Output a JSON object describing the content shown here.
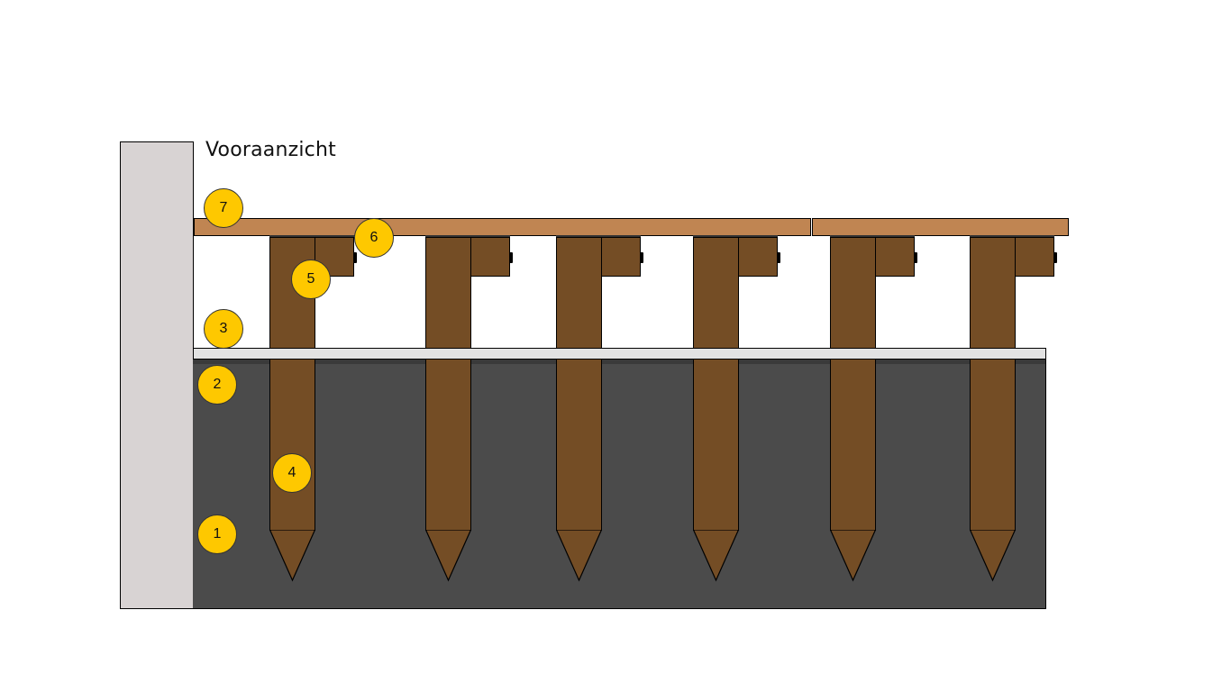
{
  "title": "Vooraanzicht",
  "colors": {
    "wall": "#d8d3d3",
    "soil": "#4b4b4b",
    "plank": "#c08552",
    "post": "#744d25",
    "board": "#e2e2e2",
    "badge": "#fec800"
  },
  "posts": [
    {
      "id": "post-1"
    },
    {
      "id": "post-2"
    },
    {
      "id": "post-3"
    },
    {
      "id": "post-4"
    },
    {
      "id": "post-5"
    },
    {
      "id": "post-6"
    }
  ],
  "badges": [
    {
      "label": "1",
      "part": "soil"
    },
    {
      "label": "2",
      "part": "ground-layer"
    },
    {
      "label": "3",
      "part": "board"
    },
    {
      "label": "4",
      "part": "post"
    },
    {
      "label": "5",
      "part": "cleat"
    },
    {
      "label": "6",
      "part": "joist"
    },
    {
      "label": "7",
      "part": "deck-plank"
    }
  ]
}
